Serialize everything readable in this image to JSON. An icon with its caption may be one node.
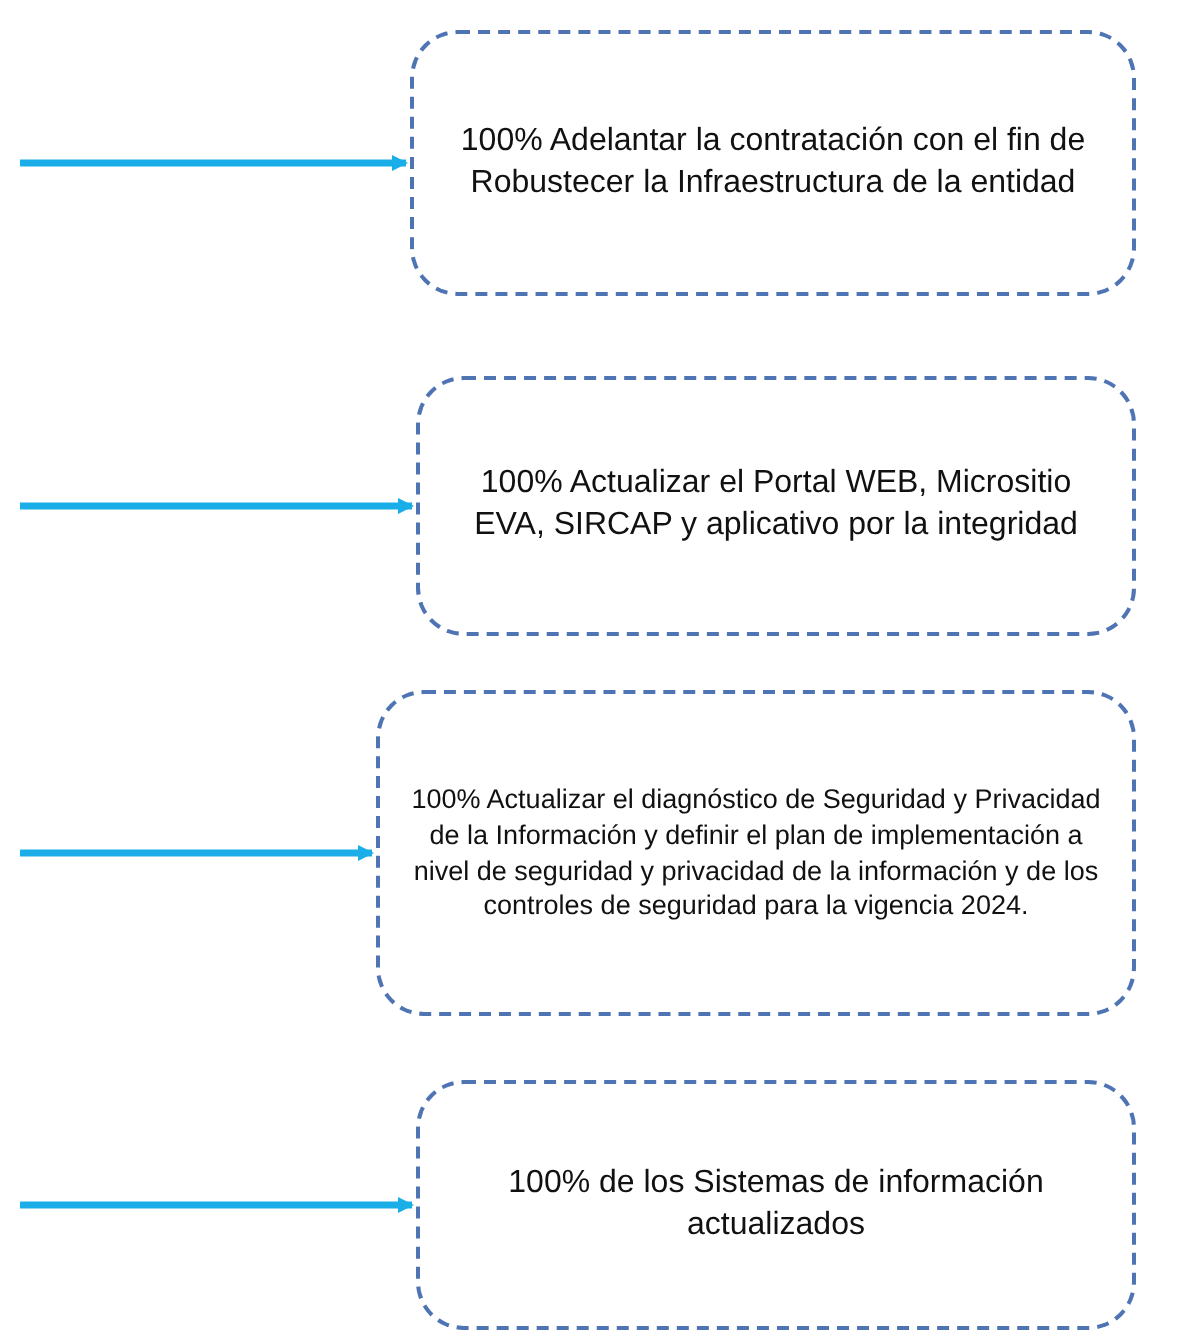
{
  "diagram": {
    "nodes": [
      {
        "text": [
          "100% Adelantar la contratación con el fin de Robustecer la Infraestructura de la entidad"
        ]
      },
      {
        "text": [
          "100% Actualizar el Portal WEB, Micrositio EVA, SIRCAP y aplicativo por la integridad"
        ]
      },
      {
        "text": [
          "100% Actualizar el diagnóstico de Seguridad y Privacidad de la Información y definir el plan de implementación a nivel de seguridad y privacidad de la información y de los controles de seguridad para la vigencia 2024."
        ]
      },
      {
        "text": [
          "100% de los Sistemas de información actualizados"
        ]
      }
    ],
    "edges": [
      {
        "from": null,
        "to": 0,
        "arrow": "to"
      },
      {
        "from": null,
        "to": 1,
        "arrow": "to"
      },
      {
        "from": null,
        "to": 2,
        "arrow": "to"
      },
      {
        "from": null,
        "to": 3,
        "arrow": "to"
      }
    ]
  }
}
